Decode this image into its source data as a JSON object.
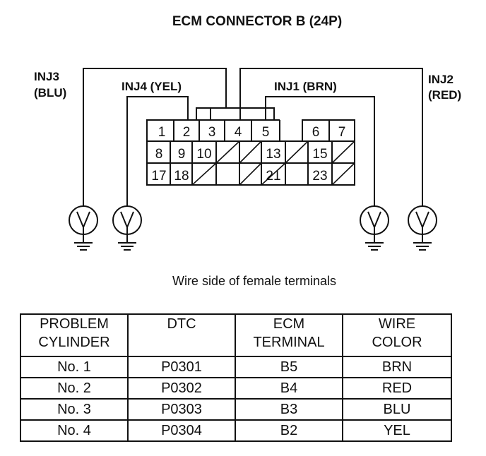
{
  "title": "ECM CONNECTOR B (24P)",
  "injectors": [
    {
      "id": "INJ3",
      "wire": "(BLU)"
    },
    {
      "id": "INJ4 (YEL)"
    },
    {
      "id": "INJ1 (BRN)"
    },
    {
      "id": "INJ2",
      "wire": "(RED)"
    }
  ],
  "connector": {
    "row1": [
      "1",
      "2",
      "3",
      "4",
      "5",
      "6",
      "7"
    ],
    "row2": [
      "8",
      "9",
      "10",
      "13",
      "15"
    ],
    "row3": [
      "17",
      "18",
      "21",
      "23"
    ]
  },
  "caption": "Wire side of female terminals",
  "table": {
    "headers": [
      [
        "PROBLEM",
        "CYLINDER"
      ],
      [
        "DTC",
        ""
      ],
      [
        "ECM",
        "TERMINAL"
      ],
      [
        "WIRE",
        "COLOR"
      ]
    ],
    "rows": [
      [
        "No. 1",
        "P0301",
        "B5",
        "BRN"
      ],
      [
        "No. 2",
        "P0302",
        "B4",
        "RED"
      ],
      [
        "No. 3",
        "P0303",
        "B3",
        "BLU"
      ],
      [
        "No. 4",
        "P0304",
        "B2",
        "YEL"
      ]
    ]
  }
}
